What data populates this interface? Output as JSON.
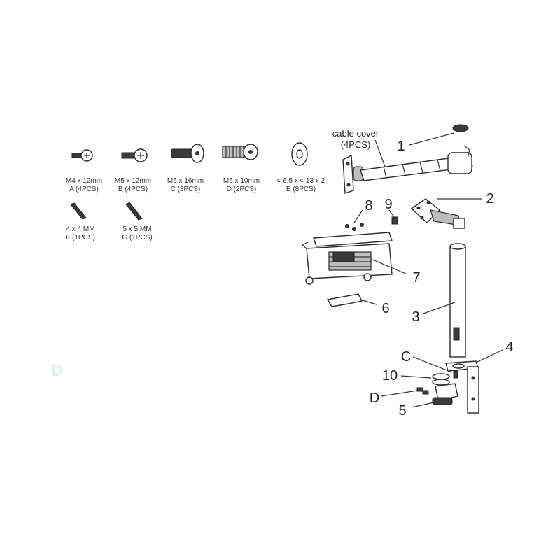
{
  "hardware": [
    {
      "spec": "M4 x 12mm",
      "qty": "A (4PCS)"
    },
    {
      "spec": "M5 x 12mm",
      "qty": "B (4PCS)"
    },
    {
      "spec": "M6 x 16mm",
      "qty": "C (3PCS)"
    },
    {
      "spec": "M6 x 10mm",
      "qty": "D (2PCS)"
    },
    {
      "spec": "¢ 6.5 x ¢ 13 x 2",
      "qty": "E (8PCS)"
    },
    {
      "spec": "4 x 4 MM",
      "qty": "F (1PCS)"
    },
    {
      "spec": "5 x 5 MM",
      "qty": "G (1PCS)"
    }
  ],
  "cable_cover": {
    "line1": "cable cover",
    "line2": "(4PCS)"
  },
  "callouts": {
    "n1": "1",
    "n2": "2",
    "n3": "3",
    "n4": "4",
    "n5": "5",
    "n6": "6",
    "n7": "7",
    "n8": "8",
    "n9": "9",
    "n10": "10",
    "c": "C",
    "d": "D"
  },
  "watermark": "D"
}
